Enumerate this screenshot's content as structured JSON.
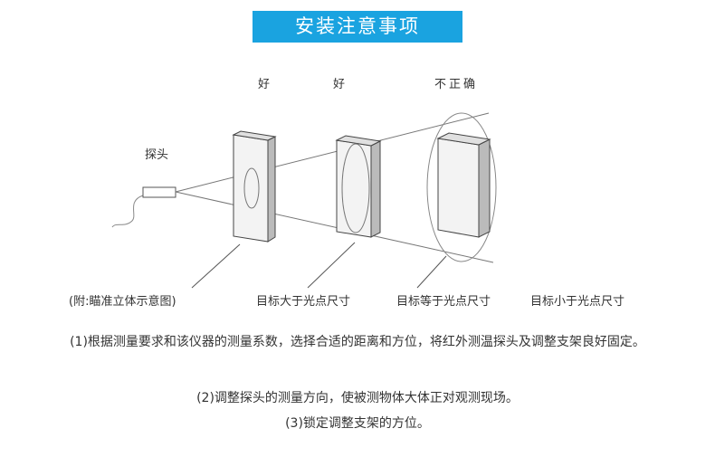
{
  "title": "安装注意事项",
  "diagram": {
    "probe_label": "探头",
    "labels_top": [
      "好",
      "好",
      "不正确"
    ],
    "caption_left": "(附:瞄准立体示意图)",
    "captions": [
      "目标大于光点尺寸",
      "目标等于光点尺寸",
      "目标小于光点尺寸"
    ]
  },
  "instructions": [
    "(1)根据测量要求和该仪器的测量系数，选择合适的距离和方位，将红外测温探头及调整支架良好固定。",
    "(2)调整探头的测量方向，使被测物体大体正对观测现场。",
    "(3)锁定调整支架的方位。"
  ]
}
